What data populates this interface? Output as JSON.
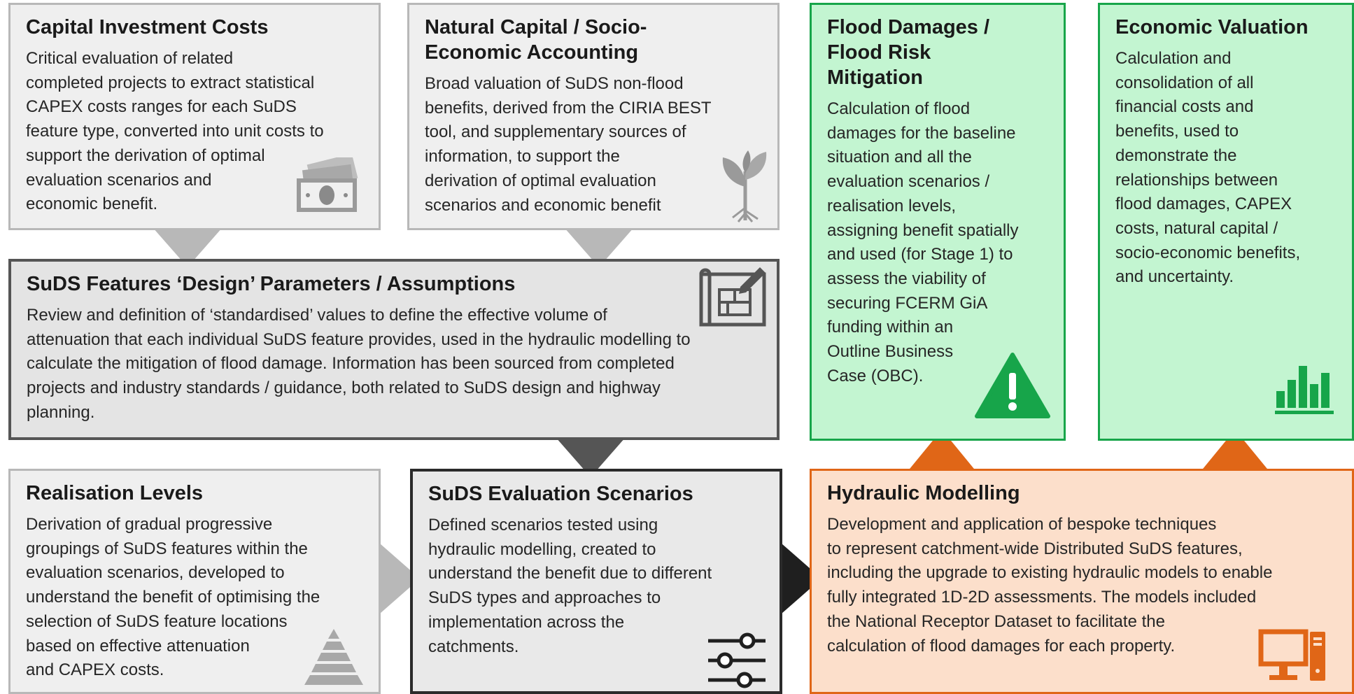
{
  "boxes": {
    "capital": {
      "title": "Capital Investment Costs",
      "lines": [
        "Critical evaluation of related",
        "completed projects to extract statistical",
        "CAPEX costs ranges for each SuDS",
        "feature type, converted into unit costs to",
        "support the derivation of optimal",
        "evaluation scenarios and",
        "economic benefit."
      ],
      "icon": "money-icon"
    },
    "natural": {
      "title_lines": [
        "Natural Capital / Socio-",
        "Economic Accounting"
      ],
      "lines": [
        "Broad valuation of SuDS non-flood",
        "benefits, derived from the CIRIA BEST",
        "tool, and supplementary sources of",
        "information, to support the",
        "derivation of optimal evaluation",
        "scenarios and economic benefit"
      ],
      "icon": "plant-icon"
    },
    "flood": {
      "title_lines": [
        "Flood Damages /",
        "Flood Risk",
        "Mitigation"
      ],
      "lines": [
        "Calculation of flood",
        "damages for the baseline",
        "situation and all the",
        "evaluation scenarios /",
        "realisation levels,",
        "assigning benefit spatially",
        "and used (for Stage 1) to",
        "assess the viability of",
        "securing FCERM GiA",
        "funding within an",
        "Outline Business",
        "Case (OBC)."
      ],
      "icon": "warning-icon"
    },
    "economic": {
      "title": "Economic Valuation",
      "lines": [
        "Calculation and",
        "consolidation of all",
        "financial costs and",
        "benefits, used to",
        "demonstrate the",
        "relationships between",
        "flood damages, CAPEX",
        "costs, natural capital /",
        "socio-economic benefits,",
        "and uncertainty."
      ],
      "icon": "bar-chart-icon"
    },
    "design": {
      "title": "SuDS Features ‘Design’ Parameters / Assumptions",
      "lines": [
        "Review and definition of ‘standardised’ values to define the effective volume of",
        "attenuation that each individual SuDS feature provides, used in the hydraulic modelling to",
        "calculate the mitigation of flood damage.  Information has been sourced from completed",
        "projects and industry standards / guidance, both related to SuDS design and highway",
        "planning."
      ],
      "icon": "blueprint-icon"
    },
    "realisation": {
      "title": "Realisation Levels",
      "lines": [
        "Derivation of gradual progressive",
        "groupings of SuDS features within the",
        "evaluation scenarios, developed to",
        "understand the benefit of optimising the",
        "selection of SuDS feature locations",
        "based on effective attenuation",
        "and CAPEX costs."
      ],
      "icon": "pyramid-icon"
    },
    "scenarios": {
      "title": "SuDS Evaluation Scenarios",
      "lines": [
        "Defined scenarios tested using",
        "hydraulic modelling, created to",
        "understand the benefit due to different",
        "SuDS types and approaches to",
        "implementation across the",
        "catchments."
      ],
      "icon": "sliders-icon"
    },
    "hydraulic": {
      "title": "Hydraulic Modelling",
      "lines": [
        "Development and application of bespoke techniques",
        "to represent catchment-wide Distributed SuDS features,",
        "including the upgrade to existing hydraulic models to enable",
        "fully integrated 1D-2D assessments.  The models included",
        "the National Receptor Dataset to facilitate the",
        "calculation of flood damages for each property."
      ],
      "icon": "computer-icon"
    }
  },
  "colors": {
    "grey_light_fill": "#efefef",
    "grey_mid_fill": "#e4e4e4",
    "green_fill": "#c3f5d1",
    "green_accent": "#17a54a",
    "orange_fill": "#fcdfcb",
    "orange_accent": "#e06617"
  }
}
